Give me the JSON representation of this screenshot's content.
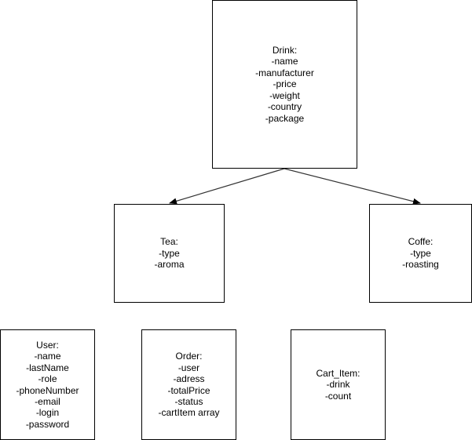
{
  "diagram": {
    "colors": {
      "stroke": "#000000",
      "arrow": "#333333",
      "background": "#ffffff"
    },
    "boxes": {
      "drink": {
        "title": "Drink:",
        "fields": [
          "-name",
          "-manufacturer",
          "-price",
          "-weight",
          "-country",
          "-package"
        ]
      },
      "tea": {
        "title": "Tea:",
        "fields": [
          "-type",
          "-aroma"
        ]
      },
      "coffe": {
        "title": "Coffe:",
        "fields": [
          "-type",
          "-roasting"
        ]
      },
      "user": {
        "title": "User:",
        "fields": [
          "-name",
          "-lastName",
          "-role",
          "-phoneNumber",
          "-email",
          "-login",
          "-password"
        ]
      },
      "order": {
        "title": "Order:",
        "fields": [
          "-user",
          "-adress",
          "-totalPrice",
          "-status",
          "-cartItem array"
        ]
      },
      "cart_item": {
        "title": "Cart_Item:",
        "fields": [
          "-drink",
          "-count"
        ]
      }
    }
  }
}
